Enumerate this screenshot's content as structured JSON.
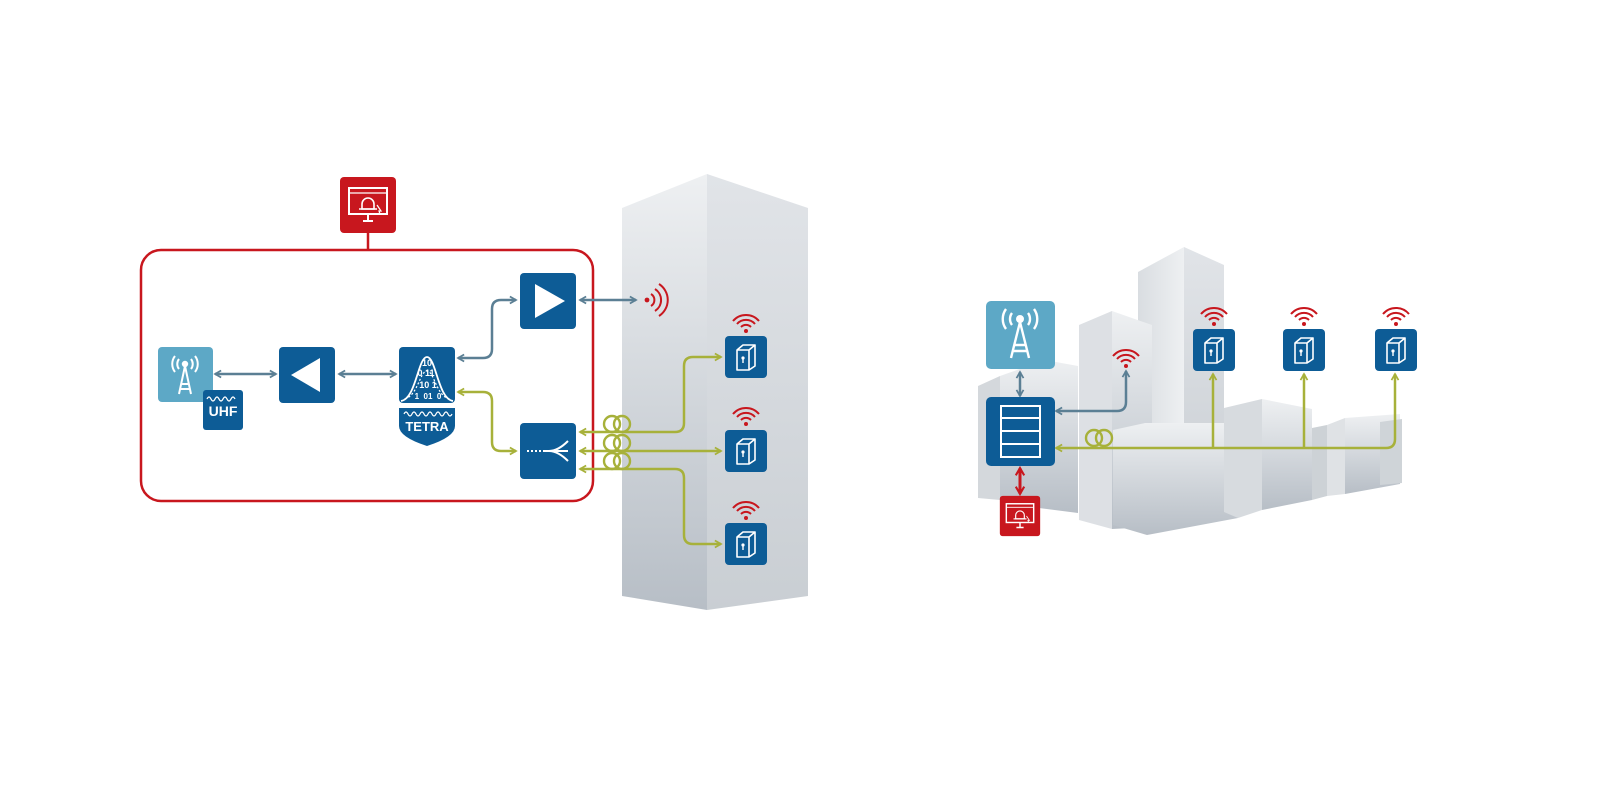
{
  "diagram": {
    "labels": {
      "uhf": "UHF",
      "tetra": "TETRA",
      "bits": [
        "10",
        "0 11",
        "10 1",
        "1  01  0"
      ]
    },
    "colors": {
      "blue": "#0d5c96",
      "light_blue": "#5da8c6",
      "red": "#c8171e",
      "green": "#a7b13a",
      "steel": "#5b7f94",
      "building_light": "#e6e8eb",
      "building_dark": "#c3c8ce"
    },
    "icons": [
      "uhf-antenna-icon",
      "uhf-band-icon",
      "line-amplifier-left-icon",
      "tetra-modem-icon",
      "tetra-shield-icon",
      "line-amplifier-right-icon",
      "splitter-icon",
      "alarm-monitor-icon",
      "radio-unit-icon",
      "wireless-signal-icon",
      "fiber-coil-icon",
      "server-rack-icon",
      "base-station-antenna-icon"
    ]
  }
}
